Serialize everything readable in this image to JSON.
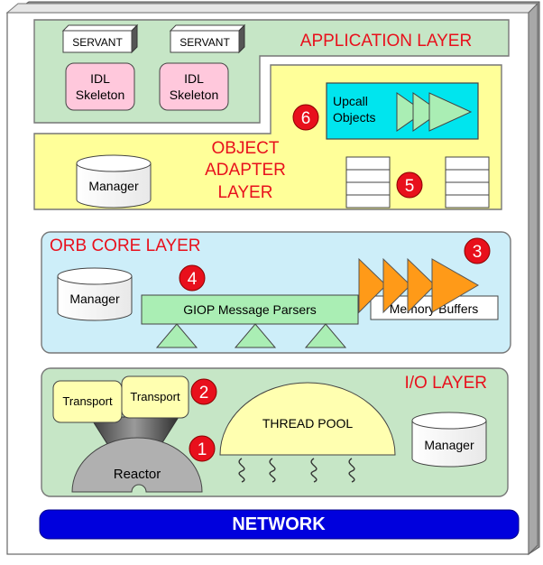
{
  "layers": {
    "application": "APPLICATION LAYER",
    "object_adapter": [
      "OBJECT",
      "ADAPTER",
      "LAYER"
    ],
    "orb_core": "ORB CORE LAYER",
    "io": "I/O LAYER",
    "network": "NETWORK"
  },
  "application": {
    "servant_1": "SERVANT",
    "servant_2": "SERVANT",
    "skeleton_1": [
      "IDL",
      "Skeleton"
    ],
    "skeleton_2": [
      "IDL",
      "Skeleton"
    ]
  },
  "object_adapter": {
    "upcall": [
      "Upcall",
      "Objects"
    ],
    "manager": "Manager"
  },
  "orb_core": {
    "manager": "Manager",
    "giop": "GIOP Message Parsers",
    "memory_buffers": "Memory Buffers"
  },
  "io": {
    "transport_1": "Transport",
    "transport_2": "Transport",
    "reactor": "Reactor",
    "thread_pool": "THREAD POOL",
    "manager": "Manager"
  },
  "markers": [
    "1",
    "2",
    "3",
    "4",
    "5",
    "6"
  ],
  "colors": {
    "application_bg": "#c6e6c6",
    "object_adapter_bg": "#ffff99",
    "orb_core_bg": "#cdeef9",
    "io_bg": "#c6e6c6",
    "network_bg": "#0000dd",
    "layer_title": "#e8101c",
    "marker": "#e8101c",
    "upcall_bg": "#00e5ee",
    "skeleton_bg": "#ffc8dc",
    "transport_bg": "#ffffb0",
    "giop_bg": "#aaeeb4",
    "buffers": "#ff9a18",
    "triangles": "#aaeeb4"
  }
}
